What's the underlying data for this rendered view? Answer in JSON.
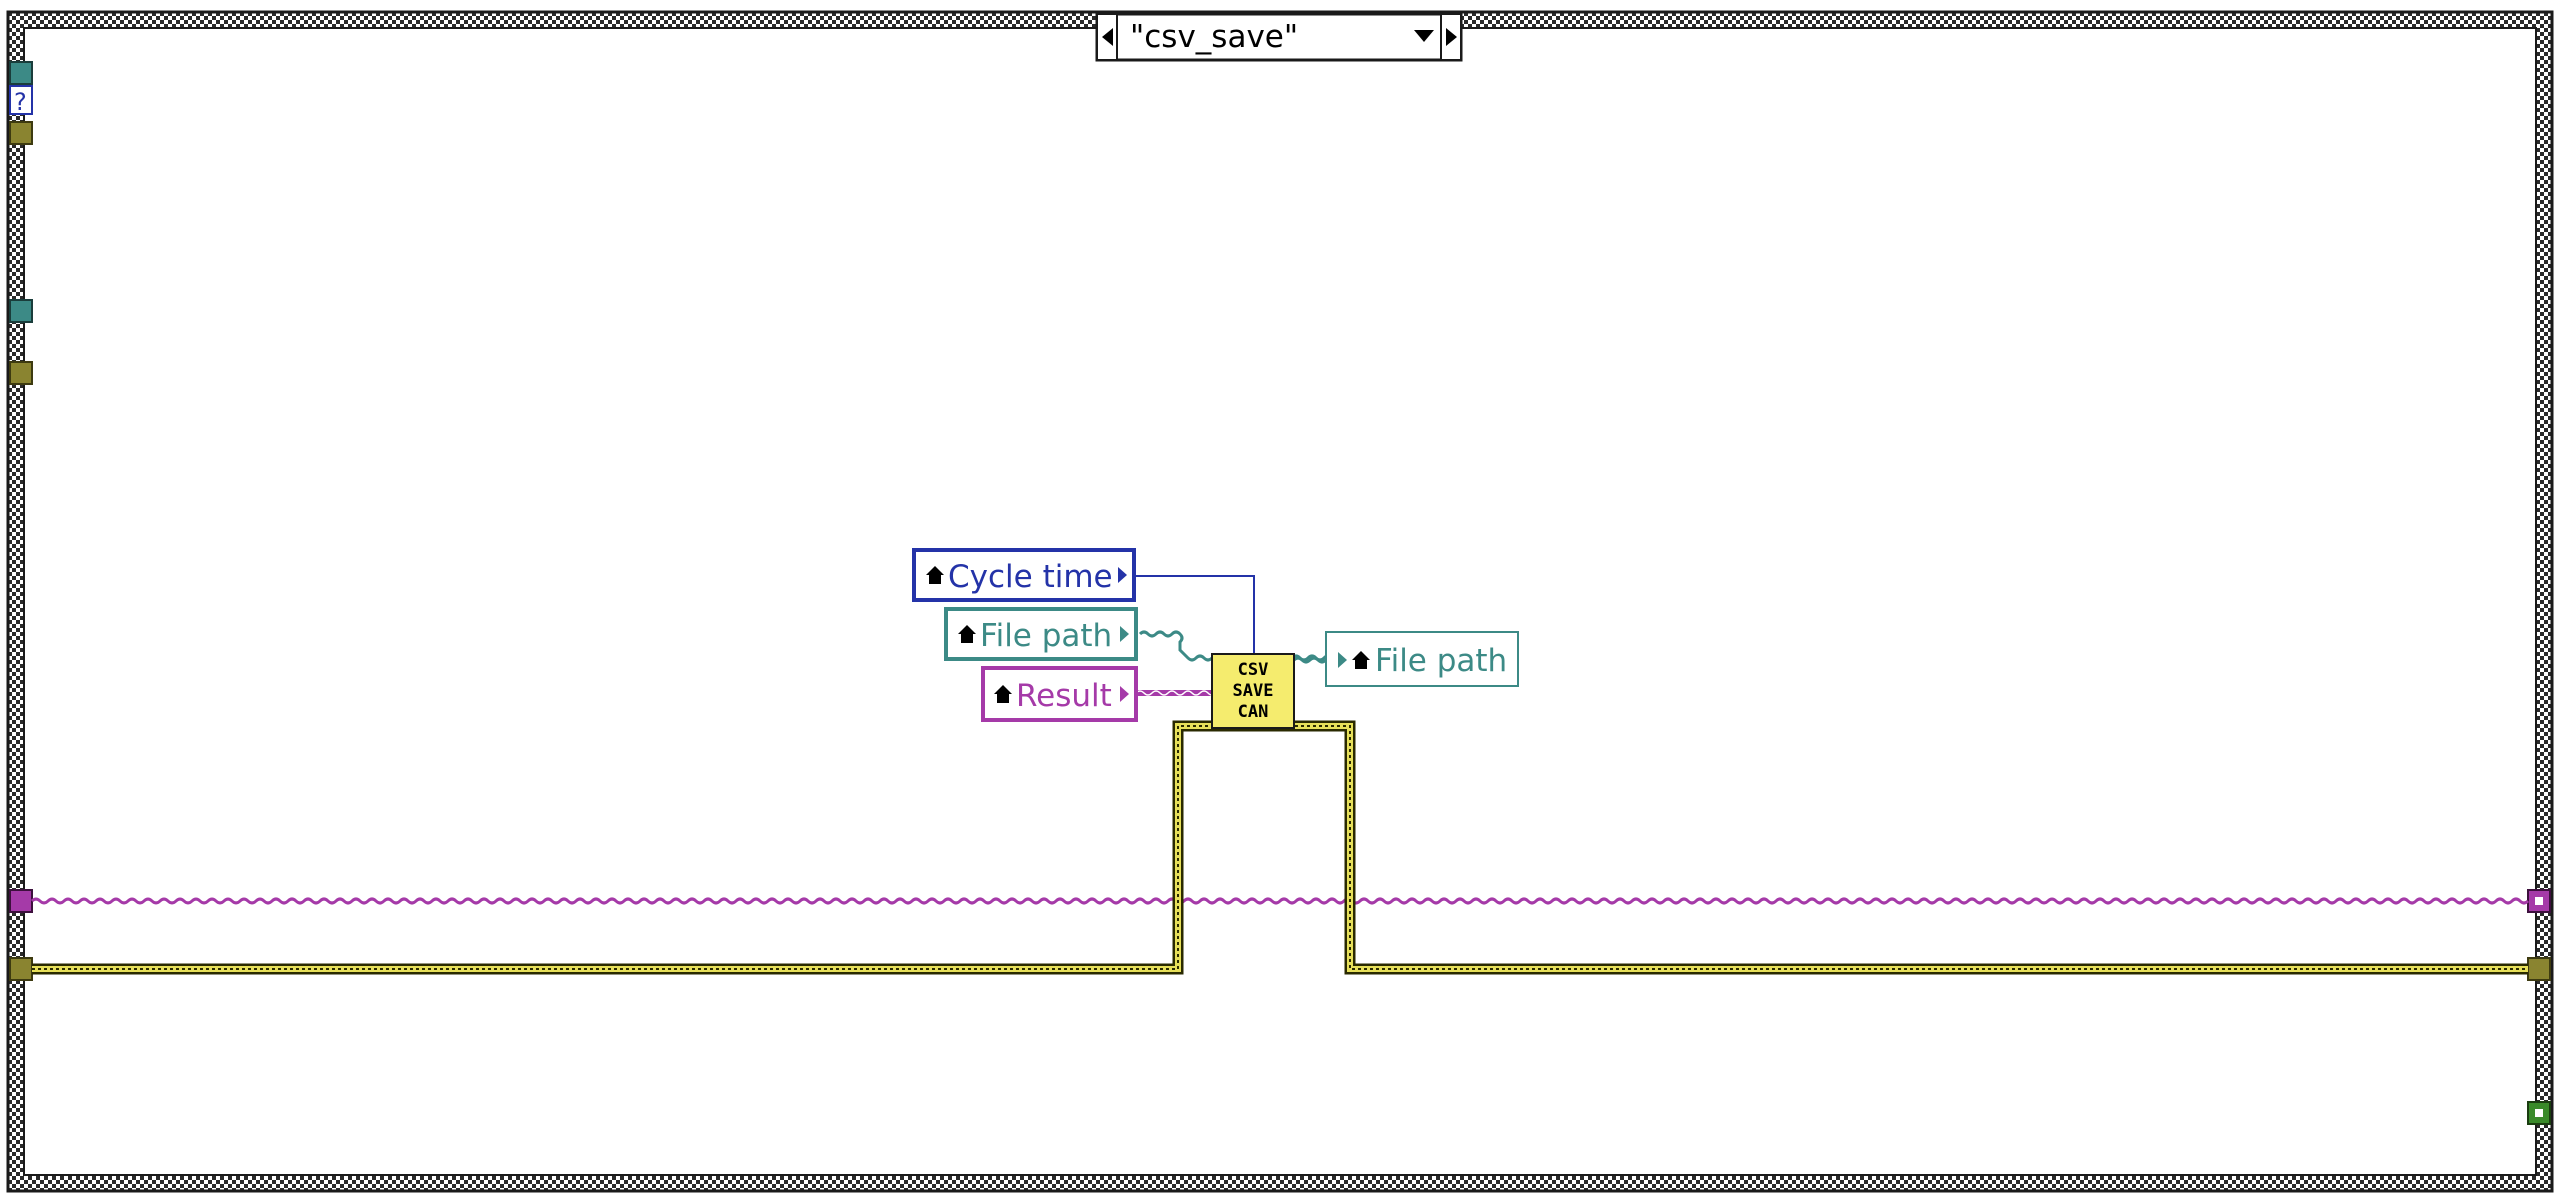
{
  "case_structure": {
    "selector_label": "\"csv_save\"",
    "selector_prev_icon": "triangle-left-icon",
    "selector_dropdown_icon": "triangle-down-icon",
    "selector_next_icon": "triangle-right-icon",
    "question_tunnel_label": "?"
  },
  "local_variables": {
    "cycle_time": "Cycle time",
    "file_path_read": "File path",
    "result": "Result",
    "file_path_write": "File path",
    "icon": "house-icon"
  },
  "subvi": {
    "line1": "CSV",
    "line2": "SAVE",
    "line3": "CAN"
  },
  "colors": {
    "border": "#1a1a1a",
    "cycle_time": "#2433a8",
    "file_path": "#3c8a86",
    "result": "#a53aa8",
    "error_cluster": "#e7e05a",
    "error_dark": "#2a2a00",
    "subvi_fill": "#f5ec6e",
    "green_tunnel": "#3a8a2a"
  }
}
